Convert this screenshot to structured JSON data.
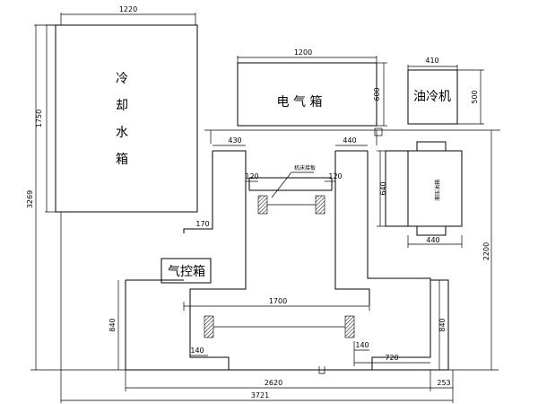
{
  "labels": {
    "cooling_tank": [
      "冷",
      "却",
      "水",
      "箱"
    ],
    "electrical_box": "电 气 箱",
    "oil_cooler": "油冷机",
    "hydraulic_station": "液压油箱",
    "pneumatic_box": "气控箱",
    "callout": "机床接板"
  },
  "dimensions": {
    "cooling_tank_width": "1220",
    "cooling_tank_height": "1750",
    "electrical_box_width": "1200",
    "electrical_box_height": "600",
    "oil_cooler_width": "410",
    "oil_cooler_height": "500",
    "left_offset_430": "430",
    "right_offset_440": "440",
    "left_120": "120",
    "right_120": "120",
    "offset_170": "170",
    "hydraulic_height": "640",
    "hydraulic_width": "440",
    "total_height": "3269",
    "right_height": "2200",
    "bed_width": "1700",
    "left_840": "840",
    "right_840": "840",
    "bottom_left_140": "140",
    "bottom_right_140": "140",
    "width_720": "720",
    "width_2620": "2620",
    "width_253": "253",
    "total_width": "3721"
  }
}
